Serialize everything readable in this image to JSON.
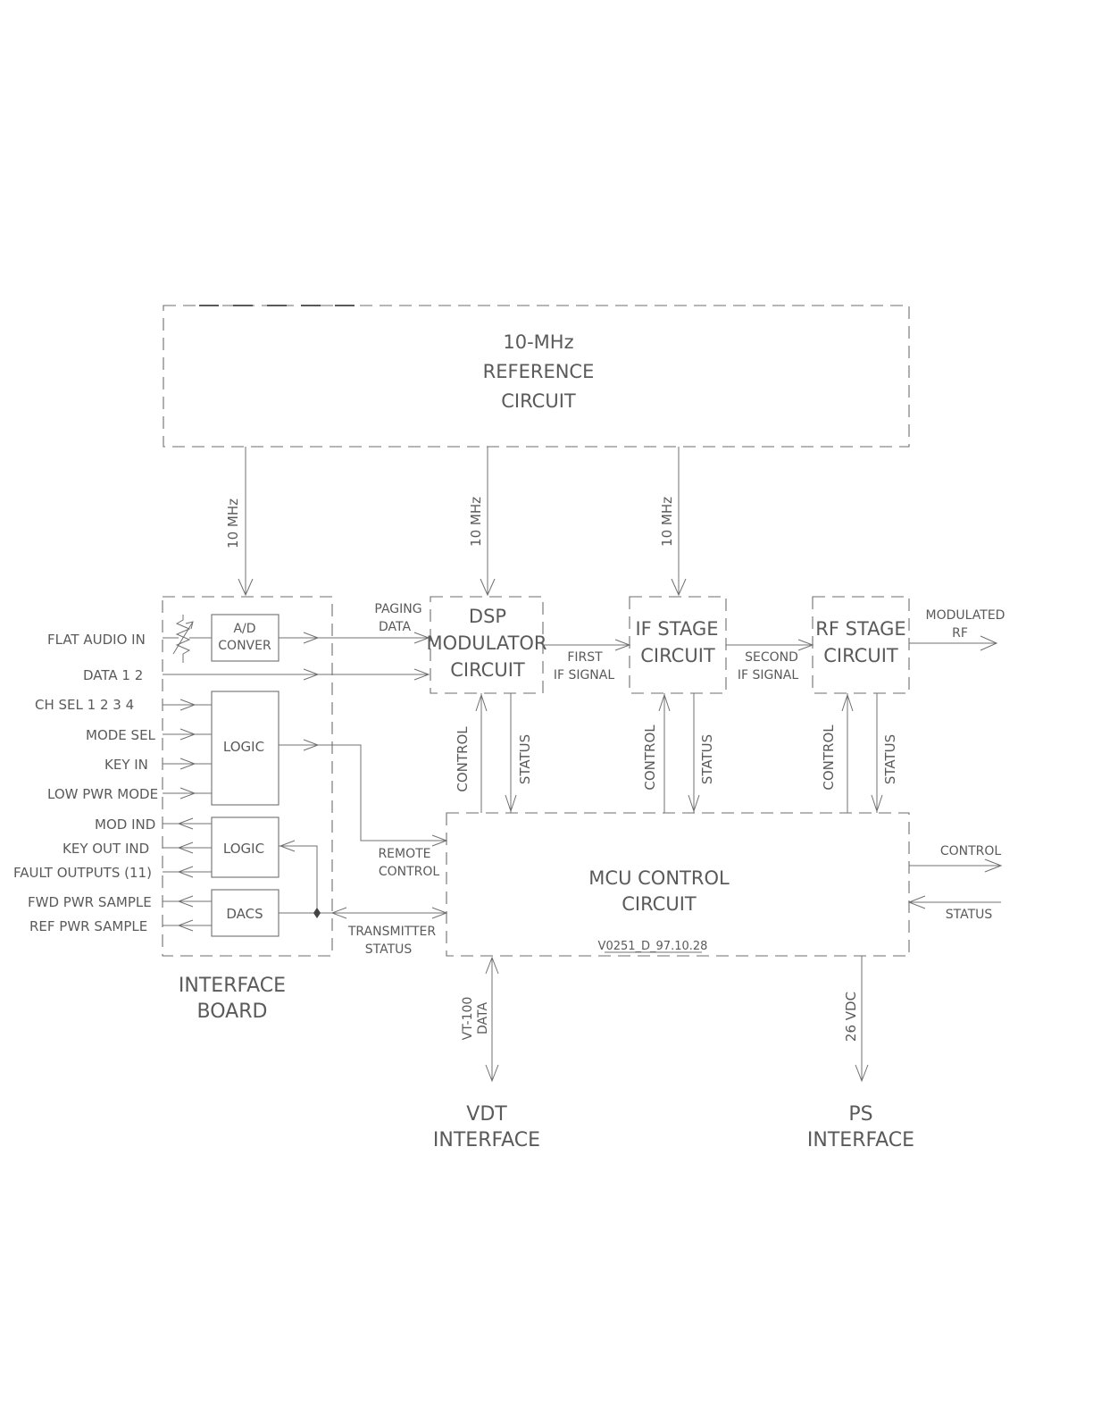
{
  "reference_circuit": {
    "line1": "10-MHz",
    "line2": "REFERENCE",
    "line3": "CIRCUIT"
  },
  "ref_signals": {
    "to_interface": "10 MHz",
    "to_dsp": "10 MHz",
    "to_if": "10 MHz"
  },
  "interface_board": {
    "title_line1": "INTERFACE",
    "title_line2": "BOARD",
    "ad_line1": "A/D",
    "ad_line2": "CONVER",
    "logic_upper": "LOGIC",
    "logic_lower": "LOGIC",
    "dacs": "DACS"
  },
  "inputs": {
    "flat_audio": "FLAT AUDIO IN",
    "data": "DATA 1 2",
    "ch_sel": "CH SEL 1 2 3 4",
    "mode_sel": "MODE SEL",
    "key_in": "KEY IN",
    "low_pwr": "LOW PWR MODE"
  },
  "outputs": {
    "mod_ind": "MOD IND",
    "key_out": "KEY OUT IND",
    "fault": "FAULT OUTPUTS (11)",
    "fwd_pwr": "FWD PWR SAMPLE",
    "ref_pwr": "REF PWR SAMPLE"
  },
  "paging_data": {
    "line1": "PAGING",
    "line2": "DATA"
  },
  "dsp_modulator": {
    "line1": "DSP",
    "line2": "MODULATOR",
    "line3": "CIRCUIT"
  },
  "first_if": {
    "line1": "FIRST",
    "line2": "IF SIGNAL"
  },
  "if_stage": {
    "line1": "IF STAGE",
    "line2": "CIRCUIT"
  },
  "second_if": {
    "line1": "SECOND",
    "line2": "IF SIGNAL"
  },
  "rf_stage": {
    "line1": "RF STAGE",
    "line2": "CIRCUIT"
  },
  "modulated_rf": {
    "line1": "MODULATED",
    "line2": "RF"
  },
  "control_status": {
    "control_dsp": "CONTROL",
    "status_dsp": "STATUS",
    "control_if": "CONTROL",
    "status_if": "STATUS",
    "control_rf": "CONTROL",
    "status_rf": "STATUS"
  },
  "remote_control": {
    "line1": "REMOTE",
    "line2": "CONTROL"
  },
  "transmitter_status": {
    "line1": "TRANSMITTER",
    "line2": "STATUS"
  },
  "mcu": {
    "line1": "MCU CONTROL",
    "line2": "CIRCUIT",
    "drawing_id": "V0251_D_97.10.28"
  },
  "mcu_ext": {
    "control": "CONTROL",
    "status": "STATUS"
  },
  "vt100": {
    "line1": "VT-100",
    "line2": "DATA"
  },
  "vdc": "26 VDC",
  "vdt_interface": {
    "line1": "VDT",
    "line2": "INTERFACE"
  },
  "ps_interface": {
    "line1": "PS",
    "line2": "INTERFACE"
  }
}
